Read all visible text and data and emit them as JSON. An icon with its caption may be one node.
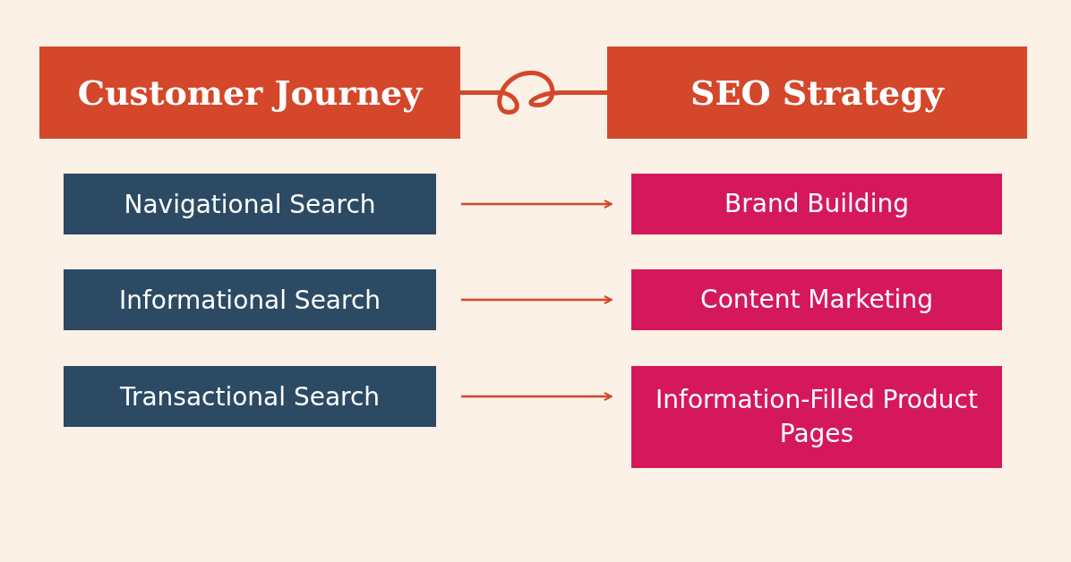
{
  "diagram": {
    "nodes": [
      {
        "text": [
          "Customer Journey"
        ]
      },
      {
        "text": [
          "SEO Strategy"
        ]
      },
      {
        "text": [
          "Navigational Search"
        ]
      },
      {
        "text": [
          "Brand Building"
        ]
      },
      {
        "text": [
          "Informational Search"
        ]
      },
      {
        "text": [
          "Content Marketing"
        ]
      },
      {
        "text": [
          "Transactional Search"
        ]
      },
      {
        "text": [
          "Information-Filled Product Pages"
        ]
      }
    ],
    "edges": [
      {
        "from": 0,
        "to": 1,
        "arrow": "none",
        "style": "thick"
      },
      {
        "from": 2,
        "to": 3,
        "arrow": "to"
      },
      {
        "from": 4,
        "to": 5,
        "arrow": "to"
      },
      {
        "from": 6,
        "to": 7,
        "arrow": "to"
      }
    ]
  }
}
